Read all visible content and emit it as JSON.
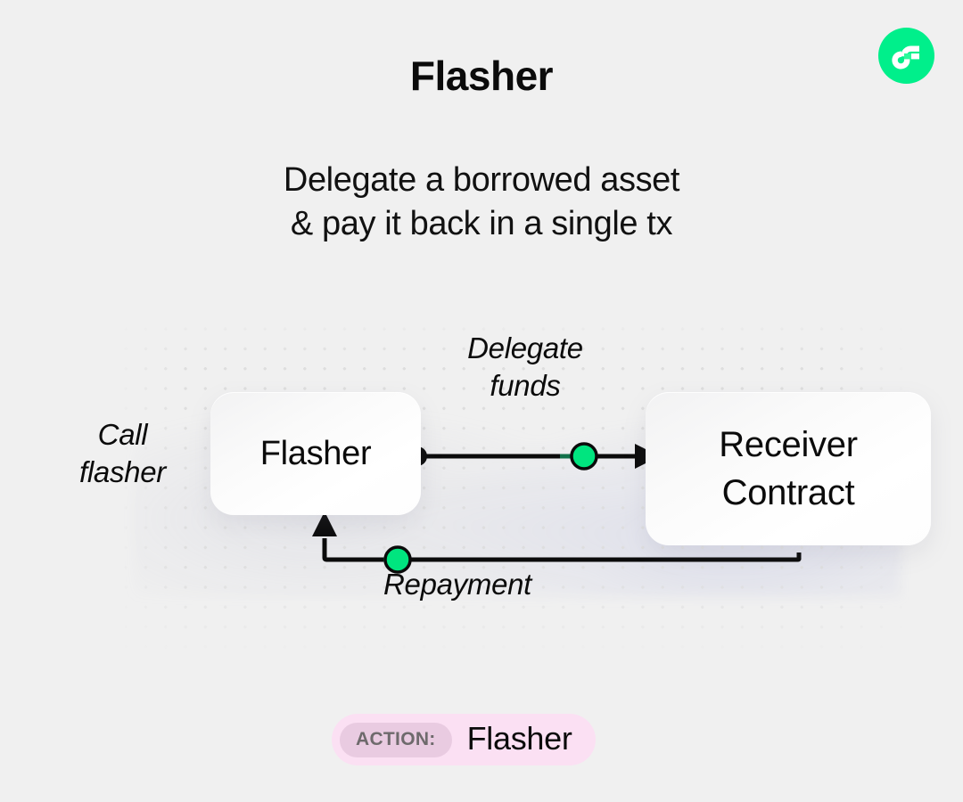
{
  "header": {
    "title": "Flasher",
    "subtitle_line1": "Delegate a borrowed asset",
    "subtitle_line2": "& pay it back in a single tx",
    "logo_icon": "flow-f-logo-icon"
  },
  "diagram": {
    "nodes": [
      {
        "id": "flasher",
        "label": "Flasher"
      },
      {
        "id": "receiver",
        "label_line1": "Receiver",
        "label_line2": "Contract"
      }
    ],
    "labels": {
      "call_flasher": "Call\nflasher",
      "delegate_funds": "Delegate\nfunds",
      "repayment": "Repayment"
    },
    "connectors": [
      {
        "name": "delegate-funds-wire",
        "from": "flasher",
        "to": "receiver",
        "direction": "right",
        "token_color": "#00e57f"
      },
      {
        "name": "repayment-wire",
        "from": "receiver",
        "to": "flasher",
        "direction": "up",
        "token_color": "#00e57f"
      }
    ]
  },
  "action": {
    "key_label": "ACTION:",
    "value_label": "Flasher"
  },
  "colors": {
    "background": "#f0f0f0",
    "brand_green": "#00ef8b",
    "token_green": "#00e57f",
    "wire": "#0b0b0b",
    "chip_background": "#fbe0f3",
    "chip_key_background": "#e9cbe1",
    "chip_key_text": "#6e6a6c",
    "text": "#0b0b0b",
    "dot_grid": "#dedede"
  }
}
